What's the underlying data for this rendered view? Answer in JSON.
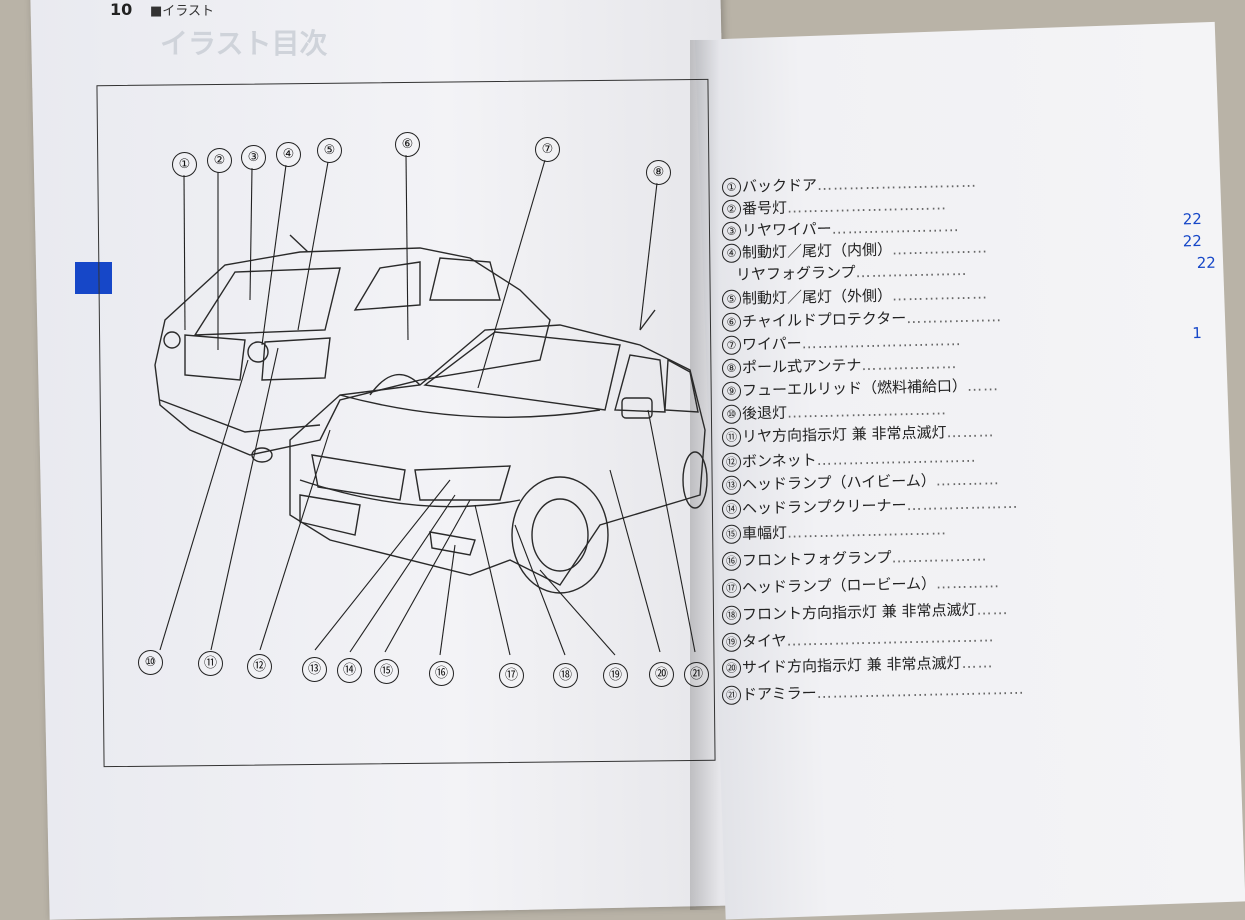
{
  "page": {
    "number": "10",
    "section": "■イラスト",
    "title": "イラスト目次"
  },
  "callouts": [
    "①",
    "②",
    "③",
    "④",
    "⑤",
    "⑥",
    "⑦",
    "⑧",
    "⑩",
    "⑪",
    "⑫",
    "⑬",
    "⑭",
    "⑮",
    "⑯",
    "⑰",
    "⑱",
    "⑲",
    "⑳",
    "㉑"
  ],
  "legend": [
    {
      "num": "①",
      "label": "バックドア",
      "page": ""
    },
    {
      "num": "②",
      "label": "番号灯",
      "page": ""
    },
    {
      "num": "③",
      "label": "リヤワイパー",
      "page": "22"
    },
    {
      "num": "④",
      "label": "制動灯／尾灯（内側）",
      "page": "22"
    },
    {
      "num": "",
      "label": "リヤフォグランプ",
      "page": "22"
    },
    {
      "num": "⑤",
      "label": "制動灯／尾灯（外側）",
      "page": ""
    },
    {
      "num": "⑥",
      "label": "チャイルドプロテクター",
      "page": ""
    },
    {
      "num": "⑦",
      "label": "ワイパー",
      "page": "1"
    },
    {
      "num": "⑧",
      "label": "ポール式アンテナ",
      "page": ""
    },
    {
      "num": "⑨",
      "label": "フューエルリッド（燃料補給口）",
      "page": ""
    },
    {
      "num": "⑩",
      "label": "後退灯",
      "page": ""
    },
    {
      "num": "⑪",
      "label": "リヤ方向指示灯 兼 非常点滅灯",
      "page": ""
    },
    {
      "num": "⑫",
      "label": "ボンネット",
      "page": ""
    },
    {
      "num": "⑬",
      "label": "ヘッドランプ（ハイビーム）",
      "page": ""
    },
    {
      "num": "⑭",
      "label": "ヘッドランプクリーナー",
      "page": ""
    },
    {
      "num": "⑮",
      "label": "車幅灯",
      "page": ""
    },
    {
      "num": "⑯",
      "label": "フロントフォグランプ",
      "page": ""
    },
    {
      "num": "⑰",
      "label": "ヘッドランプ（ロービーム）",
      "page": ""
    },
    {
      "num": "⑱",
      "label": "フロント方向指示灯 兼 非常点滅灯",
      "page": ""
    },
    {
      "num": "⑲",
      "label": "タイヤ",
      "page": ""
    },
    {
      "num": "⑳",
      "label": "サイド方向指示灯 兼 非常点滅灯",
      "page": ""
    },
    {
      "num": "㉑",
      "label": "ドアミラー",
      "page": ""
    }
  ],
  "colors": {
    "accent": "#1647c8",
    "paper": "#f2f2f5",
    "ink": "#222222"
  }
}
